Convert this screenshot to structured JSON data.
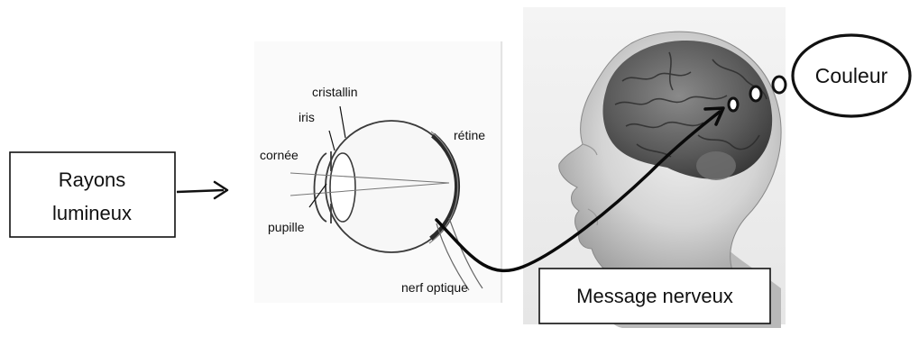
{
  "input_box": {
    "line1": "Rayons",
    "line2": "lumineux"
  },
  "eye_labels": {
    "cristallin": "cristallin",
    "iris": "iris",
    "cornee": "cornée",
    "pupille": "pupille",
    "retine": "rétine",
    "nerf": "nerf optique"
  },
  "message_box": "Message nerveux",
  "thought_bubble": "Couleur"
}
